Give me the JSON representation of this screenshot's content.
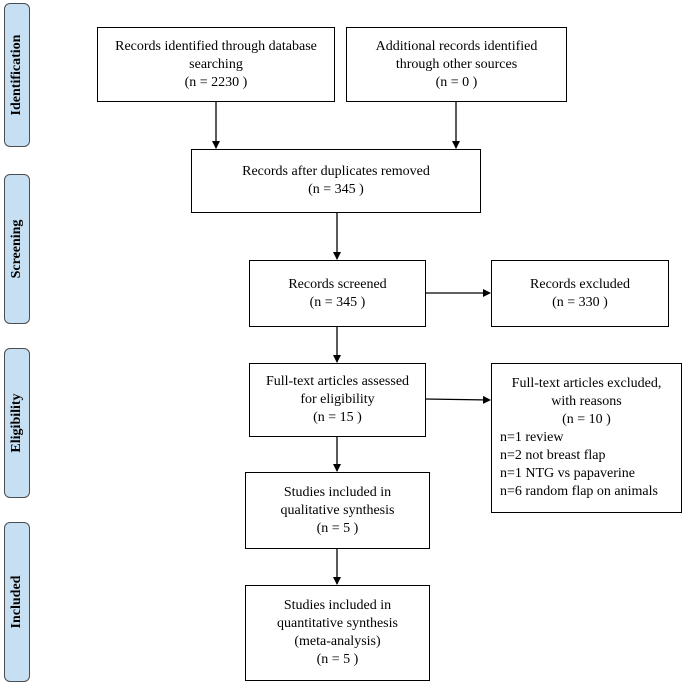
{
  "phases": {
    "identification": "Identification",
    "screening": "Screening",
    "eligibility": "Eligibility",
    "included": "Included"
  },
  "boxes": {
    "database": [
      "Records identified through database",
      "searching",
      "(n = 2230 )"
    ],
    "other_sources": [
      "Additional records identified",
      "through other sources",
      "(n = 0  )"
    ],
    "duplicates_removed": [
      "Records after duplicates removed",
      "(n = 345 )"
    ],
    "screened": [
      "Records screened",
      "(n = 345 )"
    ],
    "excluded": [
      "Records excluded",
      "(n = 330 )"
    ],
    "full_text": [
      "Full-text articles assessed",
      "for eligibility",
      "(n = 15 )"
    ],
    "full_text_excluded": {
      "title": [
        "Full-text articles excluded,",
        "with reasons",
        "(n = 10 )"
      ],
      "reasons": [
        "n=1 review",
        "n=2 not breast flap",
        "n=1 NTG vs papaverine",
        "n=6 random flap on animals"
      ]
    },
    "qualitative": [
      "Studies included in",
      "qualitative synthesis",
      "(n = 5 )"
    ],
    "quantitative": [
      "Studies included in",
      "quantitative synthesis",
      "(meta-analysis)",
      "(n = 5 )"
    ]
  }
}
